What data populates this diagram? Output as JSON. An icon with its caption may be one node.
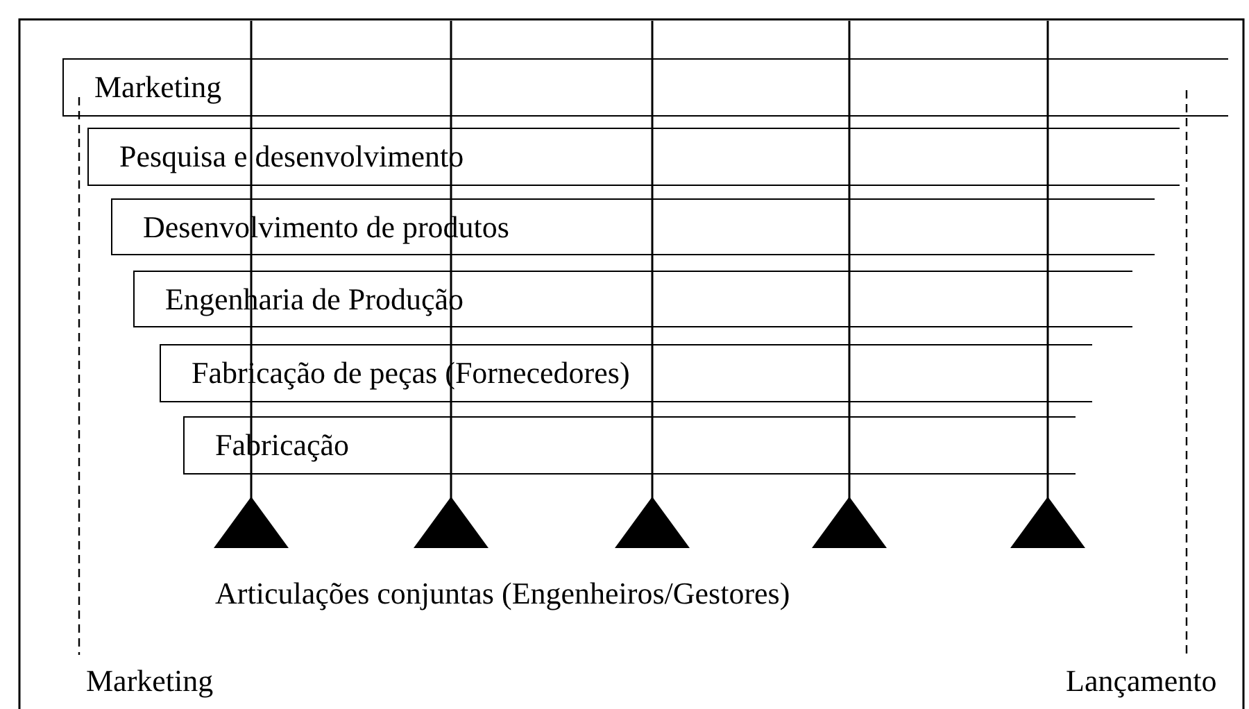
{
  "diagram": {
    "nodes": [
      {
        "text": [
          "Marketing"
        ]
      },
      {
        "text": [
          "Pesquisa e desenvolvimento"
        ]
      },
      {
        "text": [
          "Desenvolvimento de produtos"
        ]
      },
      {
        "text": [
          "Engenharia de Produção"
        ]
      },
      {
        "text": [
          "Fabricação de peças (Fornecedores)"
        ]
      },
      {
        "text": [
          "Fabricação"
        ]
      },
      {
        "text": [],
        "shape": "triangle"
      },
      {
        "text": [],
        "shape": "triangle"
      },
      {
        "text": [],
        "shape": "triangle"
      },
      {
        "text": [],
        "shape": "triangle"
      },
      {
        "text": [],
        "shape": "triangle"
      }
    ],
    "edges": [],
    "labels": [
      "Articulações conjuntas (Engenheiros/Gestores)",
      "Marketing",
      "Lançamento"
    ]
  }
}
